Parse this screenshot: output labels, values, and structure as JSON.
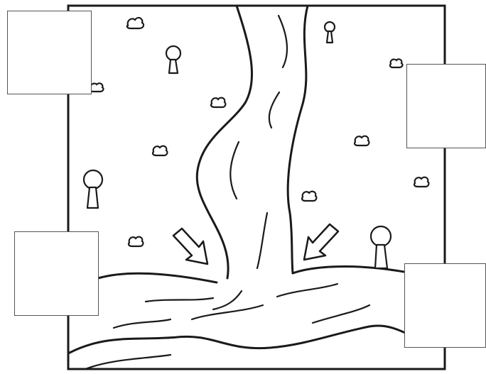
{
  "diagram": {
    "label_boxes": [
      {
        "id": "top-left",
        "text": ""
      },
      {
        "id": "top-right",
        "text": ""
      },
      {
        "id": "bottom-left",
        "text": ""
      },
      {
        "id": "bottom-right",
        "text": ""
      }
    ],
    "colors": {
      "ink": "#1a1a1a",
      "background": "#ffffff",
      "box_border": "#555555"
    }
  }
}
